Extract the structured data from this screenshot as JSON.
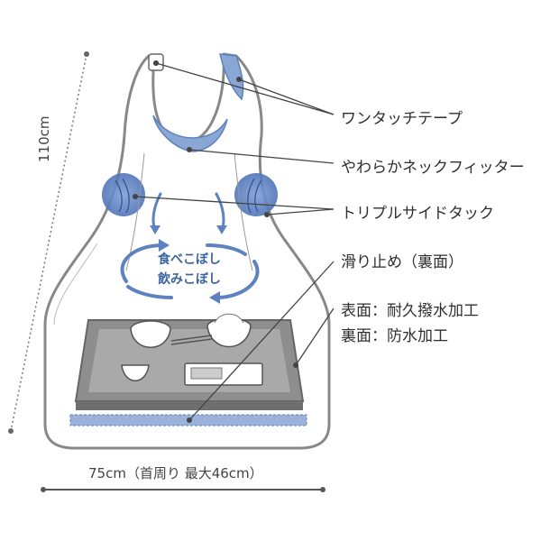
{
  "labels": {
    "one_touch_tape": "ワンタッチテープ",
    "neck_fitter": "やわらかネックフィッター",
    "triple_side_tuck": "トリプルサイドタック",
    "non_slip": "滑り止め（裏面）",
    "surface": "表面：耐久撥水加工",
    "back": "裏面：防水加工"
  },
  "center_text": {
    "line1": "食べこぼし",
    "line2": "飲みこぼし"
  },
  "dimensions": {
    "height": "110cm",
    "width": "75cm（首周り 最大46cm）"
  },
  "colors": {
    "accent_blue": "#5d82bf",
    "light_blue": "#8aa6d4",
    "line": "#555555",
    "tray_gray": "#9a9a9a"
  }
}
